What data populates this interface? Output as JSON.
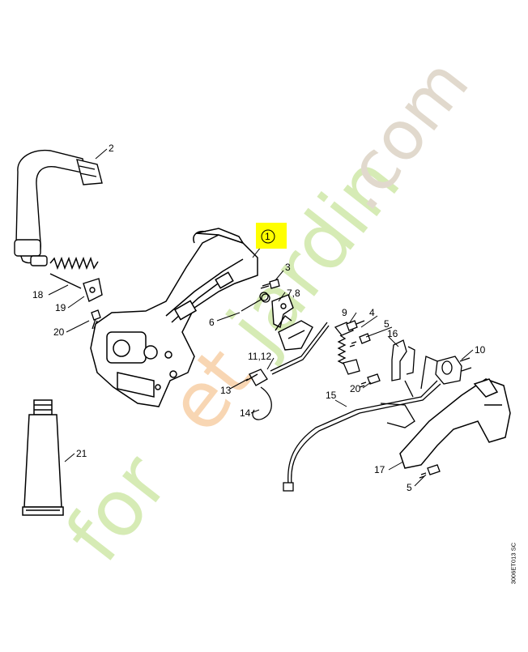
{
  "diagram": {
    "callouts": {
      "c1": "1",
      "c2": "2",
      "c3": "3",
      "c4": "4",
      "c5a": "5",
      "c5b": "5",
      "c6": "6",
      "c78": "7,8",
      "c9": "9",
      "c10": "10",
      "c1112": "11,12",
      "c13": "13",
      "c14": "14",
      "c15": "15",
      "c16": "16",
      "c17": "17",
      "c18": "18",
      "c19": "19",
      "c20a": "20",
      "c20b": "20",
      "c21": "21"
    },
    "doc_code": "3006ET013 SC",
    "highlight_color": "#ffff00"
  },
  "watermark": {
    "text": "foretjardin.com",
    "color_green": "#c8e6a0",
    "color_orange": "#f6c9a0",
    "color_grey": "#d9cfc0"
  }
}
